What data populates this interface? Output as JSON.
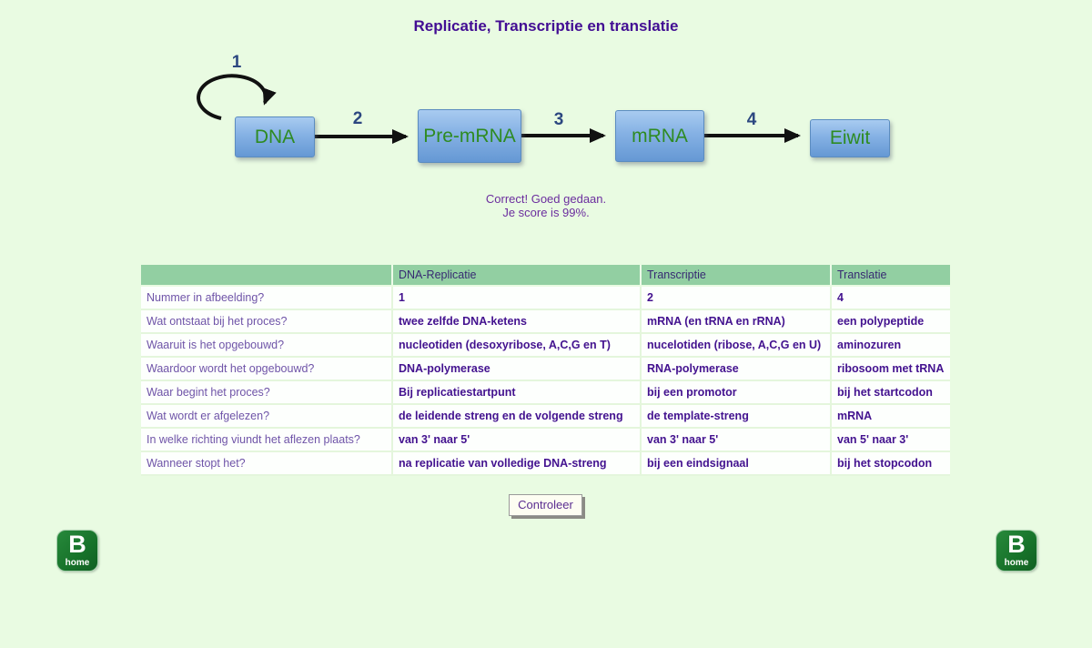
{
  "page": {
    "title": "Replicatie, Transcriptie en translatie",
    "background_color": "#e9fbe2",
    "title_color": "#420d93"
  },
  "diagram": {
    "nodes": [
      {
        "label": "DNA"
      },
      {
        "label": "Pre-mRNA"
      },
      {
        "label": "mRNA"
      },
      {
        "label": "Eiwit"
      }
    ],
    "arrow_labels": [
      "1",
      "2",
      "3",
      "4"
    ],
    "node_text_color": "#2e8b22",
    "number_color": "#2c4780",
    "arrow_color": "#111111"
  },
  "feedback": {
    "line1": "Correct! Goed gedaan.",
    "line2": "Je score is 99%."
  },
  "table": {
    "header_bg_color": "#92cfa2",
    "headers": [
      "",
      "DNA-Replicatie",
      "Transcriptie",
      "Translatie"
    ],
    "rows": [
      {
        "q": "Nummer in afbeelding?",
        "a": [
          "1",
          "2",
          "4"
        ]
      },
      {
        "q": "Wat ontstaat bij het proces?",
        "a": [
          "twee zelfde DNA-ketens",
          "mRNA (en tRNA en rRNA)",
          "een polypeptide"
        ]
      },
      {
        "q": "Waaruit is het opgebouwd?",
        "a": [
          "nucleotiden (desoxyribose, A,C,G en T)",
          "nucelotiden (ribose, A,C,G en U)",
          "aminozuren"
        ]
      },
      {
        "q": "Waardoor wordt het opgebouwd?",
        "a": [
          "DNA-polymerase",
          "RNA-polymerase",
          "ribosoom met tRNA"
        ]
      },
      {
        "q": "Waar begint het proces?",
        "a": [
          "Bij replicatiestartpunt",
          "bij een promotor",
          "bij het startcodon"
        ]
      },
      {
        "q": "Wat wordt er afgelezen?",
        "a": [
          "de leidende streng en de volgende streng",
          "de template-streng",
          "mRNA"
        ]
      },
      {
        "q": "In welke richting viundt het aflezen plaats?",
        "a": [
          "van 3' naar 5'",
          "van 3' naar 5'",
          "van 5' naar 3'"
        ]
      },
      {
        "q": "Wanneer stopt het?",
        "a": [
          "na replicatie van volledige DNA-streng",
          "bij een eindsignaal",
          "bij het stopcodon"
        ]
      }
    ]
  },
  "controls": {
    "check_button_label": "Controleer"
  },
  "logo": {
    "letter": "B",
    "text": "home",
    "color": "#17722a"
  }
}
